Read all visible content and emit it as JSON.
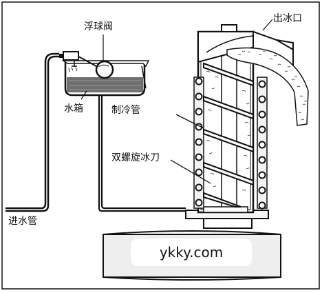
{
  "labels": {
    "float_valve": "浮球阀",
    "ice_outlet": "出冰口",
    "water_tank": "水箱",
    "refrigeration_pipe": "制冷管",
    "double_auger": "双螺旋冰刀",
    "water_inlet": "进水管"
  },
  "watermark": "ykky.com",
  "colors": {
    "line": "#111111",
    "background": "#ffffff",
    "water": "#6f6f6f",
    "base": "#eeeeee"
  }
}
